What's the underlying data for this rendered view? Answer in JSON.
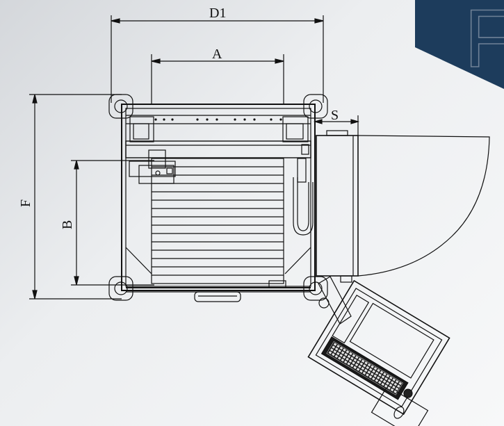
{
  "dimensions": {
    "d1": "D1",
    "a": "A",
    "s": "S",
    "f": "F",
    "b": "B"
  },
  "brand": {
    "letter": "F",
    "color": "#1d3c5c"
  },
  "colors": {
    "line": "#111111",
    "background": "#eceef0"
  },
  "icons": [
    "gantry-frame",
    "conveyor-belt",
    "tool-magazine",
    "control-panel",
    "keyboard",
    "handwheel"
  ]
}
